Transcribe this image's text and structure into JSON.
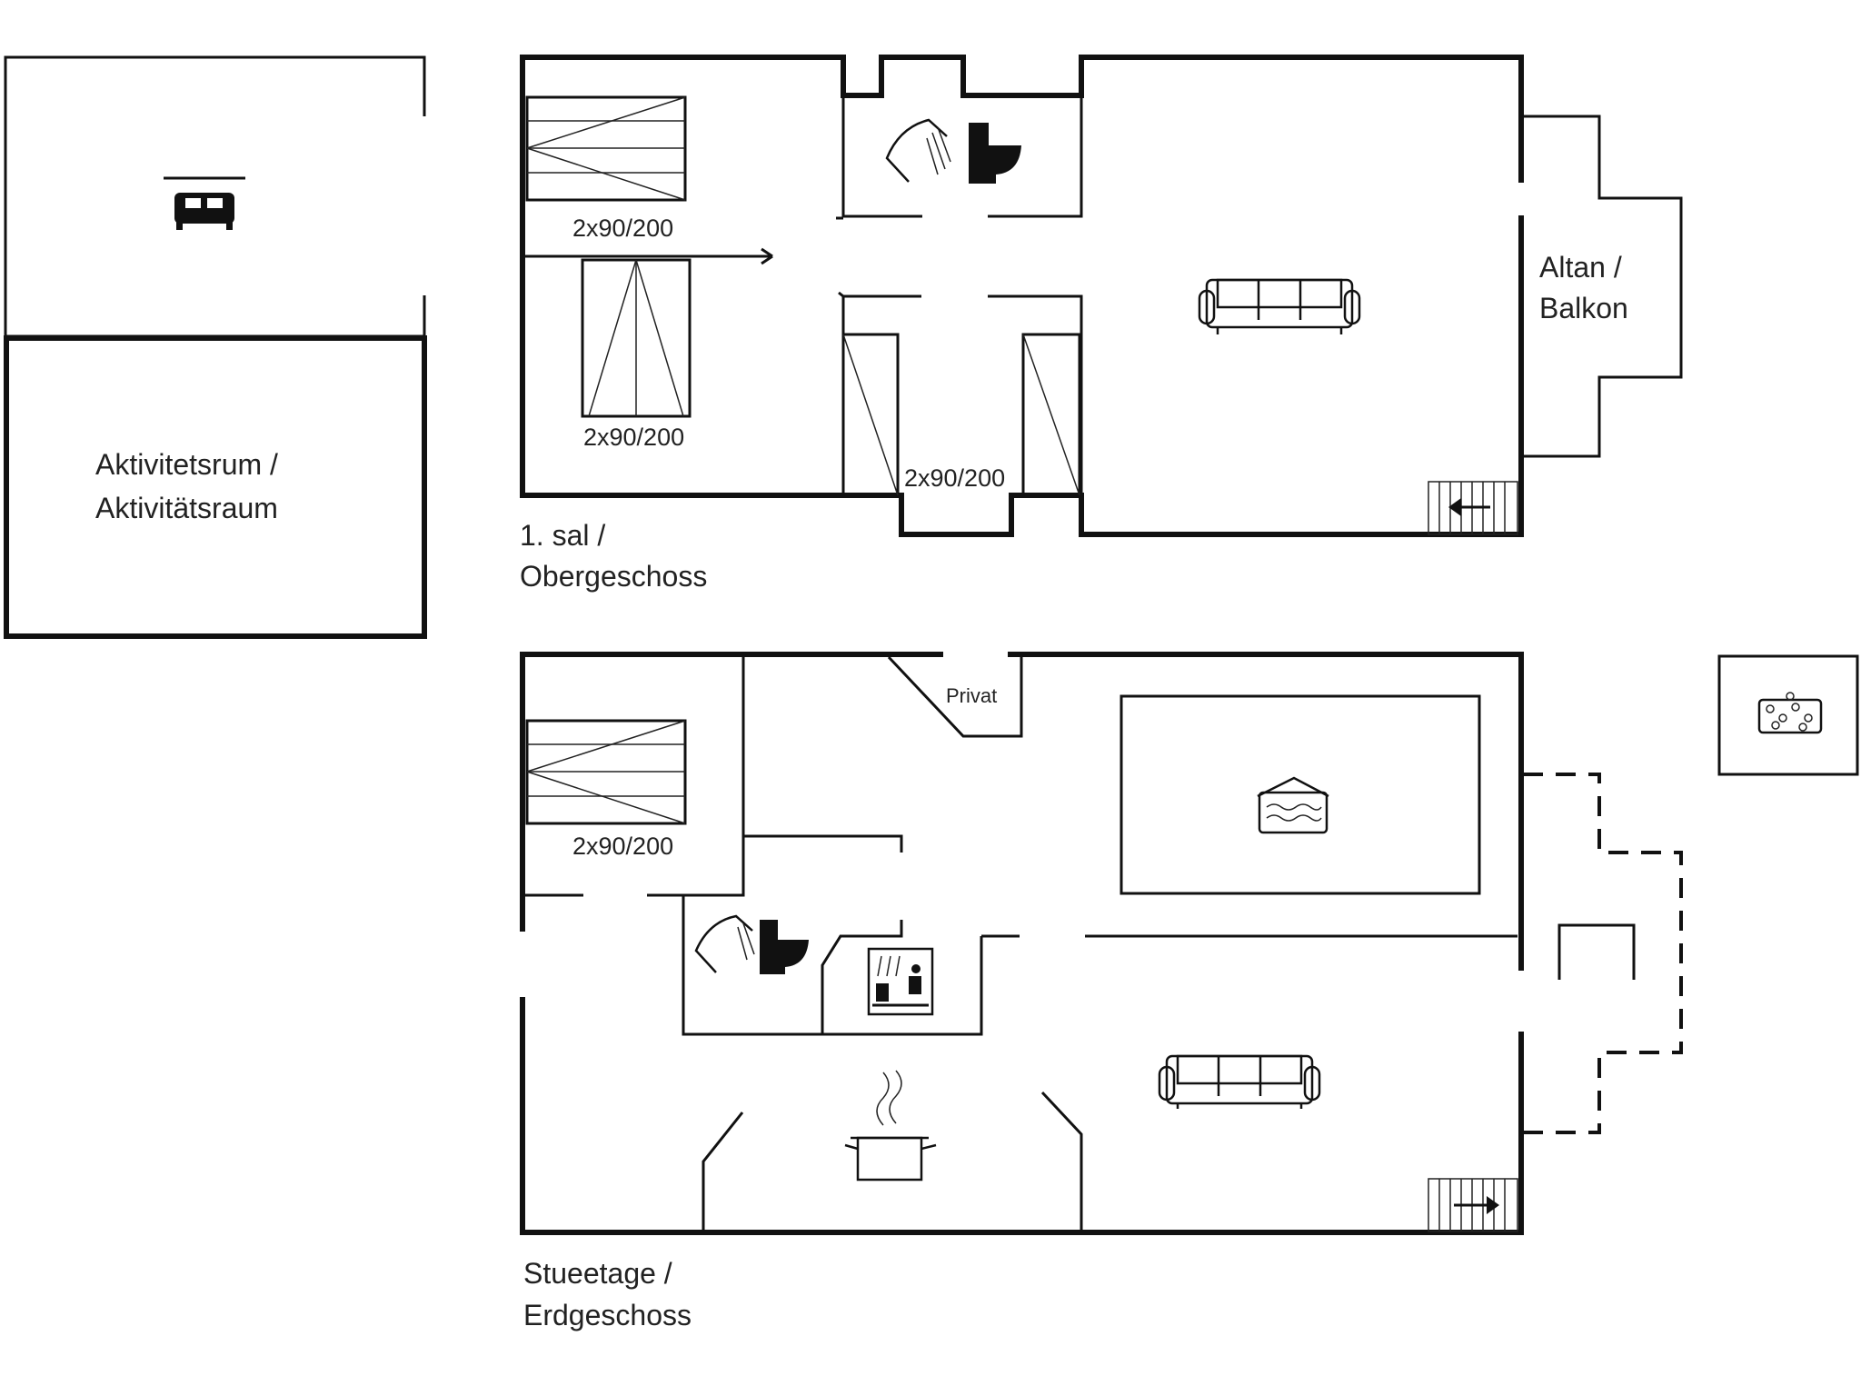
{
  "floors": {
    "upper": {
      "line1": "1. sal /",
      "line2": "Obergeschoss"
    },
    "ground": {
      "line1": "Stueetage /",
      "line2": "Erdgeschoss"
    }
  },
  "rooms": {
    "activity": {
      "line1": "Aktivitetsrum /",
      "line2": "Aktivitätsraum"
    },
    "balcony": {
      "line1": "Altan /",
      "line2": "Balkon"
    },
    "private": "Privat"
  },
  "beds": {
    "upper_a": "2x90/200",
    "upper_b": "2x90/200",
    "upper_c": "2x90/200",
    "ground_a": "2x90/200"
  },
  "icons": {
    "annex": "double-bed-icon",
    "upper_bath": [
      "shower-icon",
      "toilet-icon"
    ],
    "upper_living": "sofa-icon",
    "ground_living": "sofa-icon",
    "ground_bath": [
      "shower-icon",
      "toilet-icon"
    ],
    "sauna": "sauna-icon",
    "pool": "indoor-pool-icon",
    "kitchen": "cooking-pot-icon",
    "spa": "whirlpool-icon",
    "stairs": "staircase-icon"
  },
  "colors": {
    "walls": "#111111",
    "background": "#ffffff"
  }
}
